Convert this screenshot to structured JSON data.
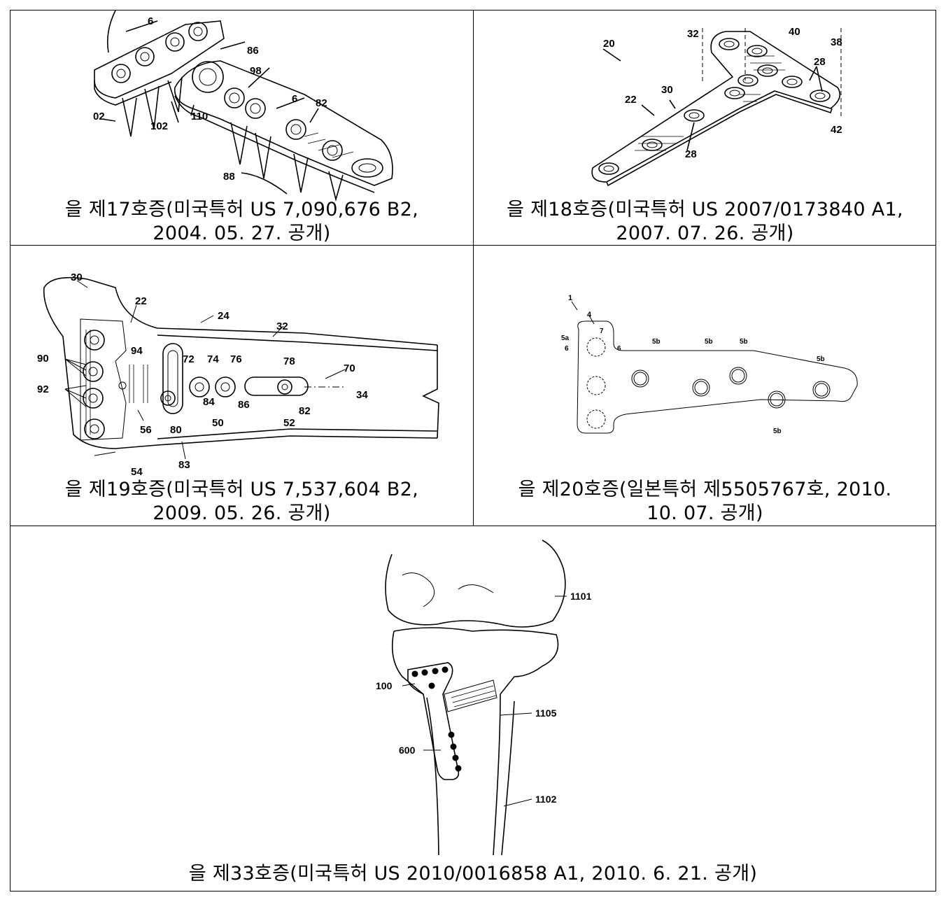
{
  "figures": [
    {
      "caption_line1": "을 제17호증(미국특허 US 7,090,676 B2,",
      "caption_line2": "2004. 05. 27. 공개)",
      "labels": [
        "6",
        "86",
        "98",
        "6",
        "82",
        "02",
        "102",
        "110",
        "88"
      ]
    },
    {
      "caption_line1": "을 제18호증(미국특허 US 2007/0173840 A1,",
      "caption_line2": "2007. 07. 26. 공개)",
      "labels": [
        "32",
        "40",
        "38",
        "20",
        "28",
        "30",
        "22",
        "42",
        "28"
      ]
    },
    {
      "caption_line1": "을 제19호증(미국특허 US 7,537,604 B2,",
      "caption_line2": "2009. 05. 26. 공개)",
      "labels": [
        "30",
        "22",
        "24",
        "32",
        "94",
        "72",
        "74",
        "76",
        "78",
        "70",
        "90",
        "92",
        "34",
        "84",
        "86",
        "82",
        "56",
        "80",
        "50",
        "52",
        "54",
        "83"
      ]
    },
    {
      "caption_line1": "을 제20호증(일본특허 제5505767호, 2010.",
      "caption_line2": "10. 07. 공개)",
      "labels": [
        "1",
        "4",
        "5a",
        "6",
        "7",
        "6",
        "5b",
        "5b",
        "5b",
        "5b",
        "5b"
      ]
    },
    {
      "caption_line1": "을 제33호증(미국특허 US 2010/0016858 A1, 2010. 6. 21. 공개)",
      "labels": [
        "1101",
        "100",
        "1105",
        "600",
        "1102"
      ]
    }
  ]
}
